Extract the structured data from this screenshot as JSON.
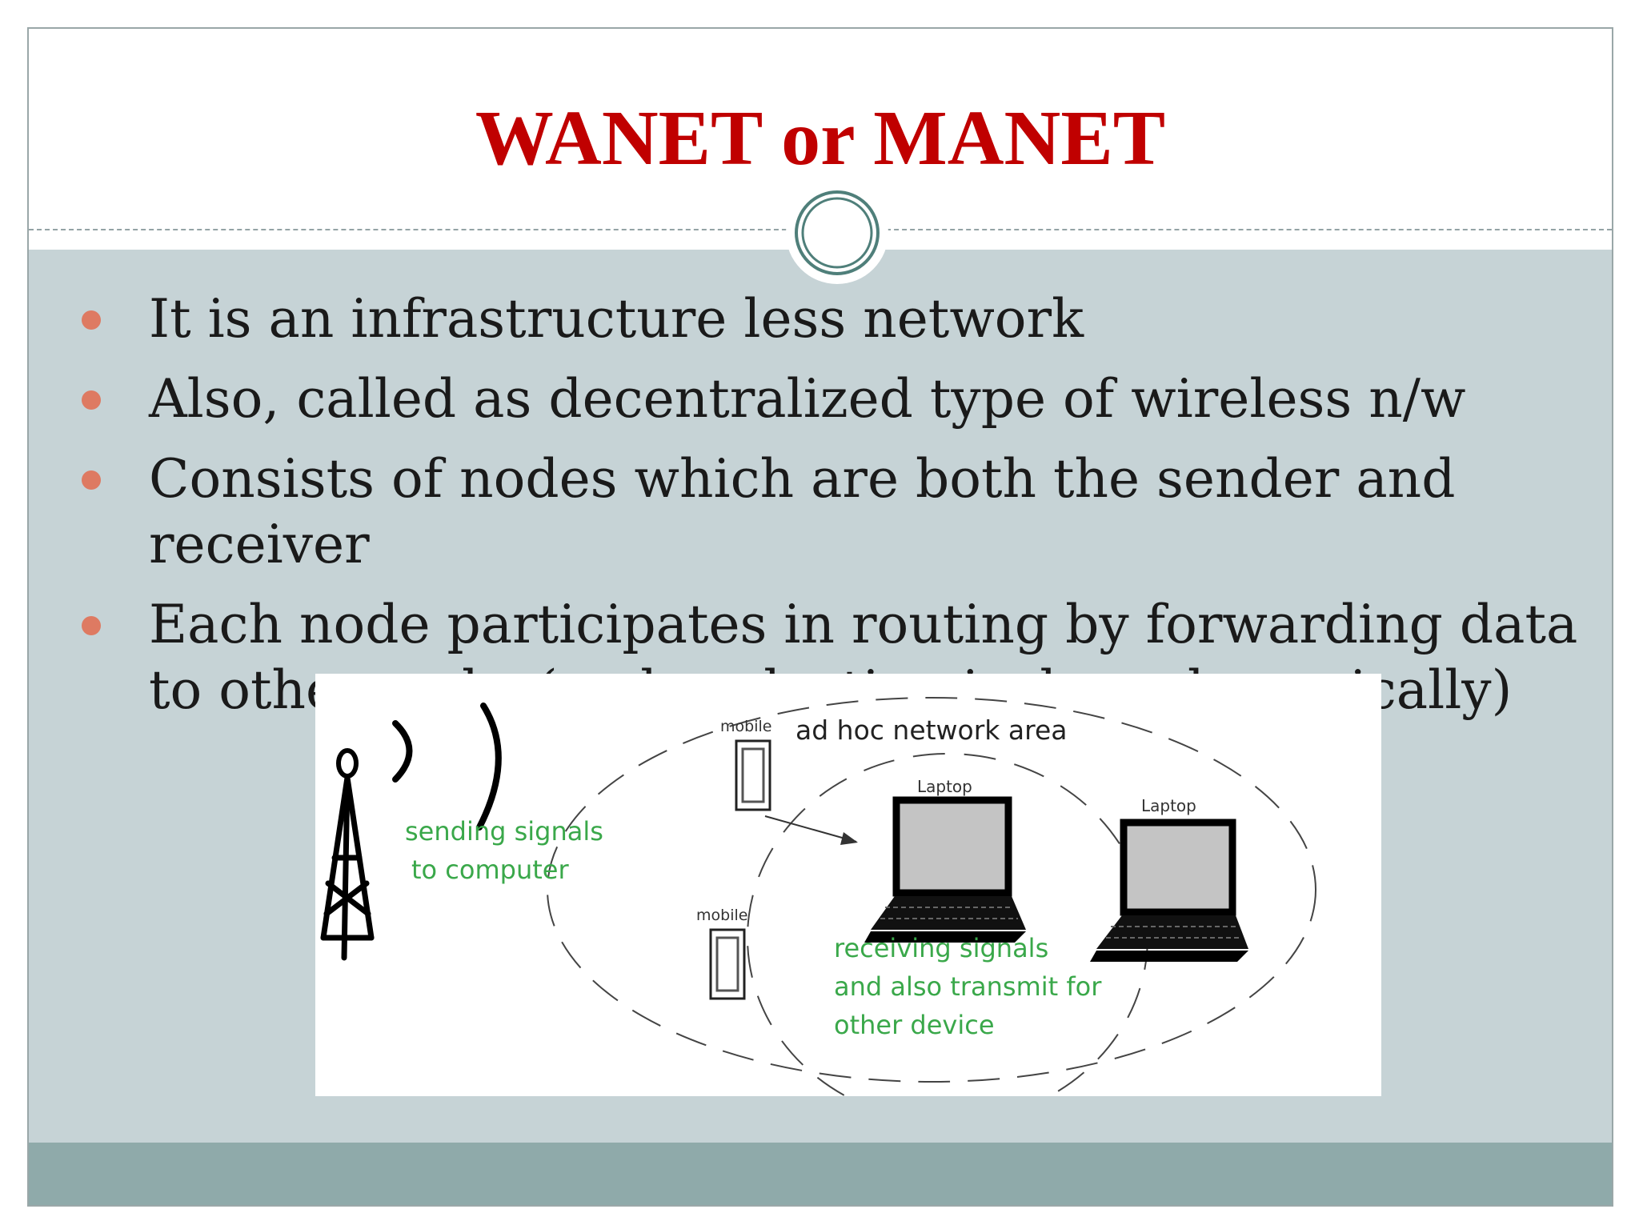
{
  "slide": {
    "title": "WANET or MANET",
    "bullets": [
      "It is an infrastructure less network",
      "Also, called as decentralized type of wireless n/w",
      "Consists of nodes which are both the sender and receiver",
      "Each node participates in routing by forwarding data to other nodes(node selection is done dynamically)"
    ],
    "colors": {
      "title": "#c00000",
      "bullet": "#de7a62",
      "content_background": "#c6d3d6",
      "footer_band": "#8faaaa",
      "diagram_green_text": "#3aa84a"
    }
  },
  "figure": {
    "area_label": "ad hoc network area",
    "mobile_top_label": "mobile",
    "mobile_bottom_label": "mobile",
    "laptop_center_label": "Laptop",
    "laptop_right_label": "Laptop",
    "send_line1": "sending signals",
    "send_line2": "to computer",
    "recv_line1": "receiving signals",
    "recv_line2": "and also transmit for",
    "recv_line3": "other device"
  }
}
